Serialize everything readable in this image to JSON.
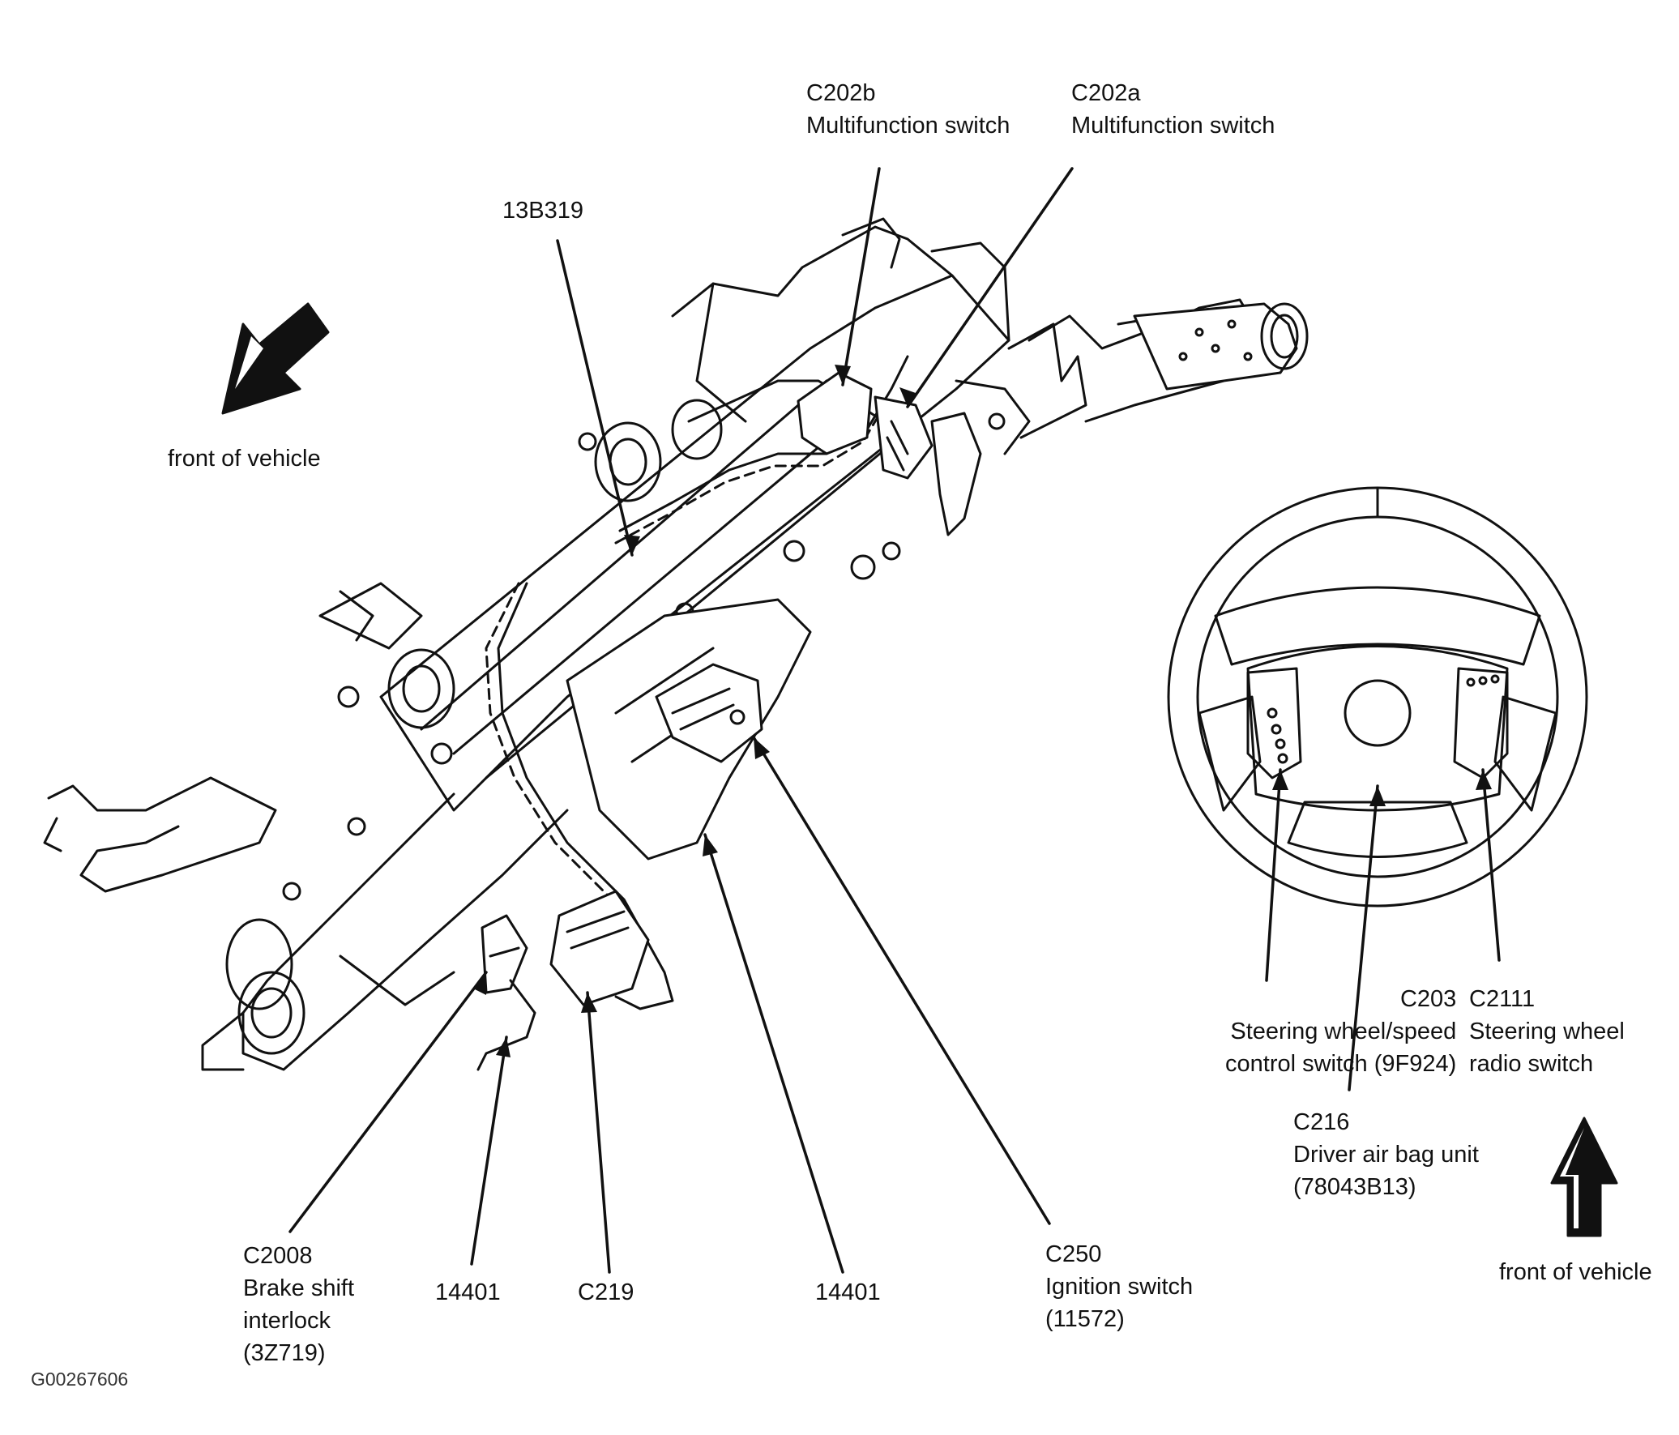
{
  "figure_id": "G00267606",
  "callouts": {
    "c202b": {
      "id": "C202b",
      "desc": "Multifunction switch"
    },
    "c202a": {
      "id": "C202a",
      "desc": "Multifunction switch"
    },
    "harness_13b319": {
      "id": "13B319"
    },
    "c203": {
      "id": "C203",
      "desc_line1": "Steering wheel/speed",
      "desc_line2": "control switch (9F924)"
    },
    "c2111": {
      "id": "C2111",
      "desc_line1": "Steering wheel",
      "desc_line2": "radio switch"
    },
    "c216": {
      "id": "C216",
      "desc_line1": "Driver air bag unit",
      "desc_line2": "(78043B13)"
    },
    "c2008": {
      "id": "C2008",
      "desc_line1": "Brake shift",
      "desc_line2": "interlock",
      "desc_line3": "(3Z719)"
    },
    "harness_14401_left": {
      "id": "14401"
    },
    "c219": {
      "id": "C219"
    },
    "harness_14401_right": {
      "id": "14401"
    },
    "c250": {
      "id": "C250",
      "desc_line1": "Ignition switch",
      "desc_line2": "(11572)"
    }
  },
  "orientation": {
    "left_label": "front of vehicle",
    "right_label": "front of vehicle"
  },
  "colors": {
    "line": "#111111",
    "background": "#ffffff",
    "fill_dark": "#1a1a1a"
  }
}
